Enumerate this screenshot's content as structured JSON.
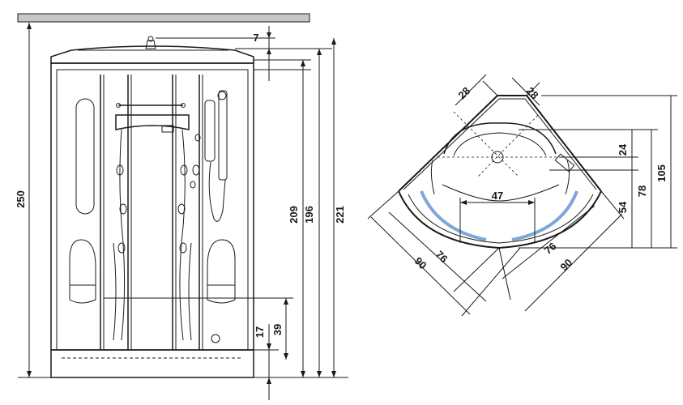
{
  "colors": {
    "line": "#1a1a1a",
    "ceiling": "#c8c8c8",
    "accent_blue": "#7fa6d8",
    "glass_fill": "#f7f7f7"
  },
  "front_view": {
    "dimensions": {
      "total_height": "250",
      "top_offset": "7",
      "height_221": "221",
      "height_196": "196",
      "height_209": "209",
      "tray_39": "39",
      "tray_17": "17"
    }
  },
  "plan_view": {
    "dimensions": {
      "top_left_28": "28",
      "top_right_28": "28",
      "depth_24": "24",
      "depth_54": "54",
      "depth_78": "78",
      "depth_105": "105",
      "seat_width_47": "47",
      "side_left_76": "76",
      "side_left_90": "90",
      "side_right_76": "76",
      "side_right_90": "90"
    }
  }
}
